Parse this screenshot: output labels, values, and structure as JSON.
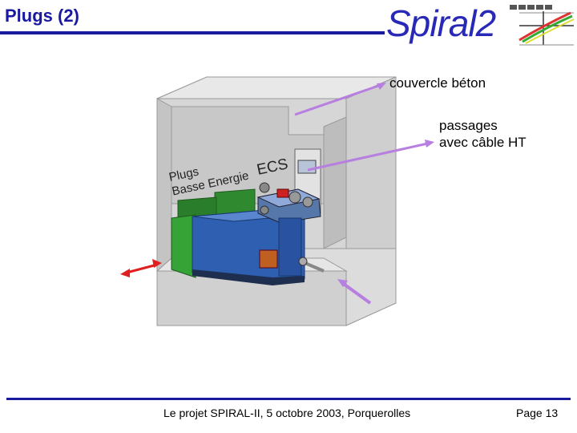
{
  "title": "Plugs (2)",
  "logo": {
    "text": "Spiral2"
  },
  "figure": {
    "labels": {
      "concrete_cover": "couvercle béton",
      "passages_line1": "passages",
      "passages_line2": "avec câble HT",
      "ecs": "ECS",
      "plugs_line1": "Plugs",
      "plugs_line2": "Basse Energie"
    }
  },
  "footer": {
    "text": "Le projet SPIRAL-II, 5 octobre 2003, Porquerolles",
    "page": "Page 13"
  },
  "colors": {
    "title": "#1a1aa0",
    "concrete": "#d8d8d8",
    "machine_blue": "#2e5fb0",
    "pump_green": "#2f8a2f",
    "arrow_purple": "#b77fe0",
    "arrow_red": "#e02020"
  }
}
